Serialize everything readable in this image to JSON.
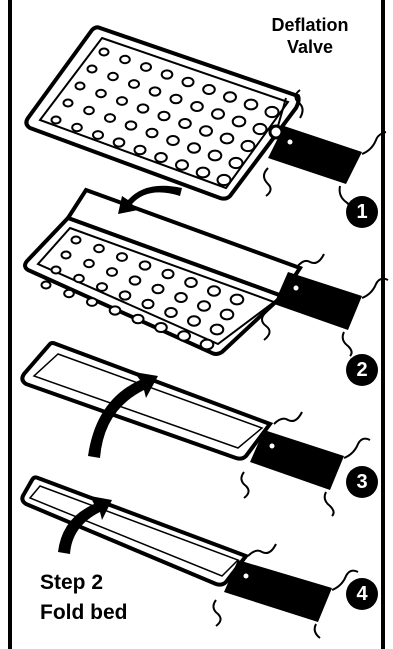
{
  "labels": {
    "valve_line1": "Deflation",
    "valve_line2": "Valve"
  },
  "steps": [
    {
      "number": "1"
    },
    {
      "number": "2"
    },
    {
      "number": "3"
    },
    {
      "number": "4"
    }
  ],
  "caption": {
    "line1": "Step 2",
    "line2": "Fold bed"
  },
  "colors": {
    "ink": "#000000",
    "paper": "#ffffff"
  }
}
